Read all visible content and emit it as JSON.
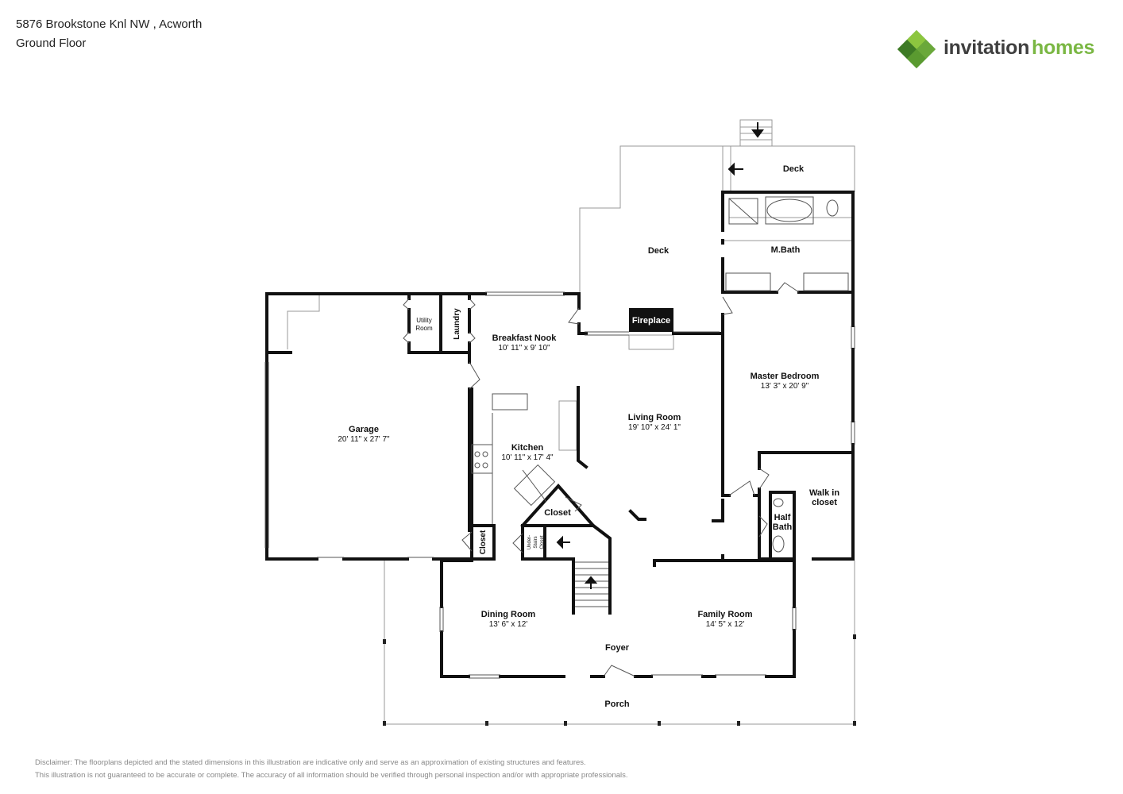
{
  "header": {
    "address": "5876 Brookstone Knl NW , Acworth",
    "floor": "Ground Floor"
  },
  "logo": {
    "word1": "invitation",
    "word2": "homes",
    "colors": {
      "dark_green": "#4f8b2e",
      "light_green": "#8cc63f",
      "text": "#3f3f3f"
    }
  },
  "rooms": {
    "deck_upper": {
      "name": "Deck"
    },
    "deck_mid": {
      "name": "Deck"
    },
    "mbath": {
      "name": "M.Bath"
    },
    "fireplace": {
      "name": "Fireplace"
    },
    "utility": {
      "line1": "Utility",
      "line2": "Room"
    },
    "laundry": {
      "name": "Laundry"
    },
    "breakfast": {
      "name": "Breakfast Nook",
      "dims": "10' 11\" x 9' 10\""
    },
    "master": {
      "name": "Master Bedroom",
      "dims": "13' 3\" x 20' 9\""
    },
    "living": {
      "name": "Living Room",
      "dims": "19' 10\" x 24' 1\""
    },
    "garage": {
      "name": "Garage",
      "dims": "20' 11\" x 27' 7\""
    },
    "kitchen": {
      "name": "Kitchen",
      "dims": "10' 11\" x 17' 4\""
    },
    "closet_tri": {
      "name": "Closet"
    },
    "closet_small": {
      "name": "Closet"
    },
    "understairs": {
      "line1": "Under-",
      "line2": "Stairs",
      "line3": "Closet"
    },
    "walkin": {
      "line1": "Walk in",
      "line2": "closet"
    },
    "halfbath": {
      "line1": "Half",
      "line2": "Bath"
    },
    "dining": {
      "name": "Dining Room",
      "dims": "13' 6\" x 12'"
    },
    "family": {
      "name": "Family Room",
      "dims": "14' 5\" x 12'"
    },
    "foyer": {
      "name": "Foyer"
    },
    "porch": {
      "name": "Porch"
    }
  },
  "disclaimer": {
    "line1": "Disclaimer: The floorplans depicted and the stated dimensions in this illustration are indicative only and serve as an approximation of existing structures and features.",
    "line2": "This illustration is not guaranteed to be accurate or complete. The accuracy of all information should be verified through personal inspection and/or with appropriate professionals."
  }
}
